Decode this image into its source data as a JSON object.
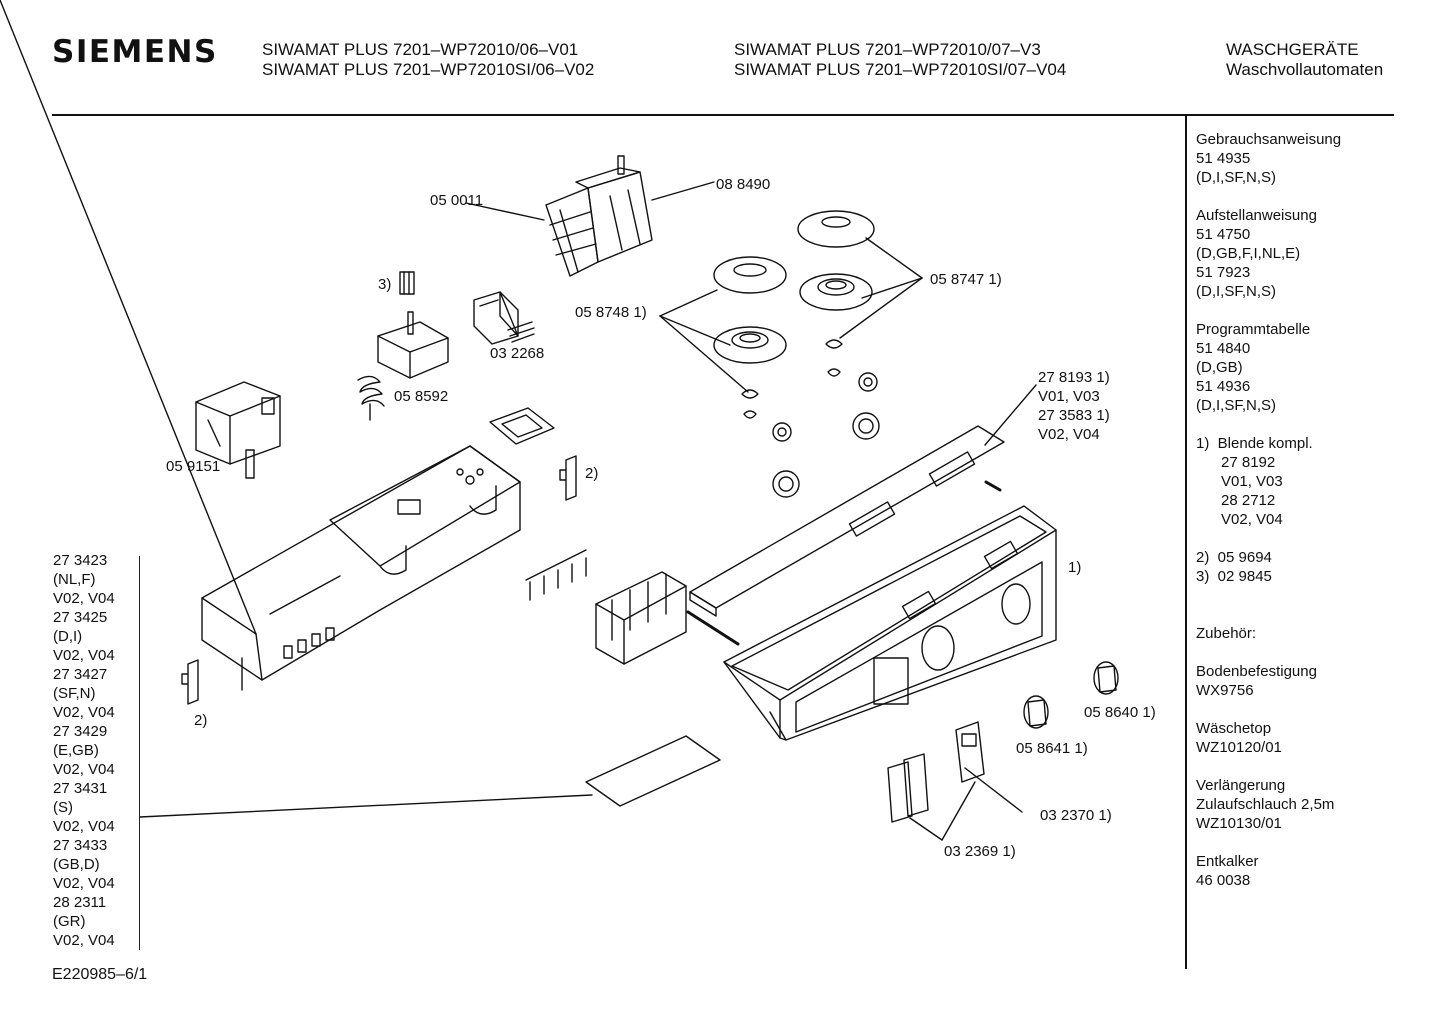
{
  "header": {
    "brand": "SIEMENS",
    "models_col1": [
      "SIWAMAT PLUS 7201–WP72010/06–V01",
      "SIWAMAT PLUS 7201–WP72010SI/06–V02"
    ],
    "models_col2": [
      "SIWAMAT PLUS 7201–WP72010/07–V3",
      "SIWAMAT PLUS 7201–WP72010SI/07–V04"
    ],
    "category": [
      "WASCHGERÄTE",
      "Waschvollautomaten"
    ]
  },
  "sidebar": {
    "lines": [
      "Gebrauchsanweisung",
      "51 4935",
      "(D,I,SF,N,S)",
      "",
      "Aufstellanweisung",
      "51 4750",
      "(D,GB,F,I,NL,E)",
      "51 7923",
      "(D,I,SF,N,S)",
      "",
      "Programmtabelle",
      "51 4840",
      "(D,GB)",
      "51 4936",
      "(D,I,SF,N,S)",
      "",
      "1)  Blende kompl.",
      "      27 8192",
      "      V01, V03",
      "      28 2712",
      "      V02, V04",
      "",
      "2)  05 9694",
      "3)  02 9845",
      "",
      "",
      "Zubehör:",
      "",
      "Bodenbefestigung",
      "WX9756",
      "",
      "Wäschetop",
      "WZ10120/01",
      "",
      "Verlängerung",
      "Zulaufschlauch 2,5m",
      "WZ10130/01",
      "",
      "Entkalker",
      "46 0038"
    ]
  },
  "left_list": [
    "27 3423",
    "(NL,F)",
    "V02, V04",
    "27 3425",
    "(D,I)",
    "V02, V04",
    "27 3427",
    "(SF,N)",
    "V02, V04",
    "27 3429",
    "(E,GB)",
    "V02, V04",
    "27 3431",
    "(S)",
    "V02, V04",
    "27 3433",
    "(GB,D)",
    "V02, V04",
    "28 2311",
    "(GR)",
    "V02, V04"
  ],
  "labels": {
    "p050011": "05 0011",
    "p088490": "08 8490",
    "p3": "3)",
    "p032268": "03 2268",
    "p058592": "05 8592",
    "p059151": "05 9151",
    "p2a": "2)",
    "p2b": "2)",
    "p058748": "05 8748 1)",
    "p058747": "05 8747 1)",
    "p278193": [
      "27 8193 1)",
      "V01, V03",
      "27 3583 1)",
      "V02, V04"
    ],
    "p1": "1)",
    "p058640": "05 8640 1)",
    "p058641": "05 8641 1)",
    "p032370": "03 2370 1)",
    "p032369": "03 2369 1)"
  },
  "footer": {
    "code": "E220985–6/1"
  }
}
